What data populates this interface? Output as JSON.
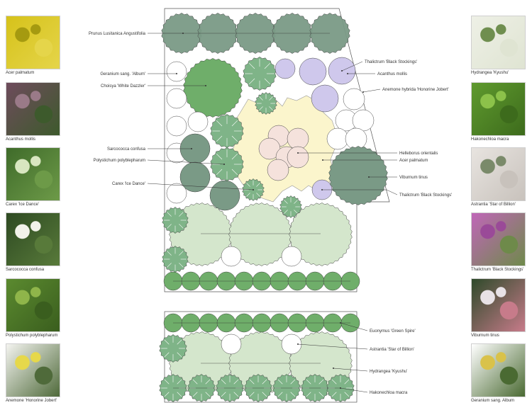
{
  "left_photos": [
    {
      "caption": "Acer palmatum",
      "icon": "acer-palmatum-photo",
      "colors": [
        "#d6c21a",
        "#a59a10",
        "#e5d54a"
      ]
    },
    {
      "caption": "Acanthus mollis",
      "icon": "acanthus-mollis-photo",
      "colors": [
        "#6e4b5c",
        "#9a7a88",
        "#3d5a2c"
      ]
    },
    {
      "caption": "Carex 'Ice Dance'",
      "icon": "carex-ice-dance-photo",
      "colors": [
        "#3f6b2a",
        "#d8e6c0",
        "#6d9a48"
      ]
    },
    {
      "caption": "Sarcococca confusa",
      "icon": "sarcococca-confusa-photo",
      "colors": [
        "#2e4a22",
        "#f2f2ea",
        "#587a3a"
      ]
    },
    {
      "caption": "Polystichum polyblepharum",
      "icon": "polystichum-photo",
      "colors": [
        "#5b8a2f",
        "#8fb54a",
        "#3a5e1e"
      ]
    },
    {
      "caption": "Anemone 'Honorine Jobert'",
      "icon": "anemone-photo",
      "colors": [
        "#f4f4f0",
        "#e6d84a",
        "#4f6a3a"
      ]
    }
  ],
  "right_photos": [
    {
      "caption": "Hydrangea 'Kyushu'",
      "icon": "hydrangea-photo",
      "colors": [
        "#eef0e6",
        "#6f8e4f",
        "#dfe4d2"
      ]
    },
    {
      "caption": "Hakonechloa macra",
      "icon": "hakonechloa-photo",
      "colors": [
        "#5f9a2e",
        "#8cc24a",
        "#3d6b1c"
      ]
    },
    {
      "caption": "Astrantia 'Star of Billion'",
      "icon": "astrantia-photo",
      "colors": [
        "#e8e4e0",
        "#7a8a6a",
        "#c8c2bc"
      ]
    },
    {
      "caption": "Thalictrum 'Black Stockings'",
      "icon": "thalictrum-photo",
      "colors": [
        "#c066b8",
        "#9a4a98",
        "#6e8a4a"
      ]
    },
    {
      "caption": "Viburnum tinus",
      "icon": "viburnum-photo",
      "colors": [
        "#2e4a2a",
        "#e8e2e6",
        "#c77b8a"
      ]
    },
    {
      "caption": "Geranium sang. Album",
      "icon": "geranium-photo",
      "colors": [
        "#ffffff",
        "#d9c24a",
        "#4a6a32"
      ]
    }
  ],
  "labels": {
    "prunus": "Prunus Lusitanica Angustifolia",
    "geranium": "Geranium sang. 'Album'",
    "choisya": "Choisya 'White Dazzler'",
    "sarcococca": "Sarcococca confusa",
    "polystichum": "Polystichum polyblepharum",
    "carex": "Carex 'Ice Dance'",
    "thalictrum_top": "Thalictrum 'Black Stockings'",
    "acanthus": "Acanthus mollis",
    "anemone": "Anemone hybrida 'Honorine Jobert'",
    "helleborus": "Helleborus orientalis",
    "acer": "Acer palmatum",
    "viburnum": "Viburnum tinus",
    "thalictrum_bottom": "Thalictrum 'Black Stockings'",
    "euonymus": "Euonymus 'Green Spire'",
    "astrantia": "Astrantia 'Star of Billion'",
    "hydrangea": "Hydrangea 'Kyushu'",
    "hakonechloa": "Hakonechloa macra"
  },
  "colors": {
    "dark_green": "#7a9a86",
    "mid_green": "#7fb488",
    "bright_green": "#6fae6a",
    "light_green": "#d4e6cc",
    "lavender": "#cfc8ec",
    "pink": "#f5e2dc",
    "cream": "#fbf5cc",
    "outline": "#444444"
  }
}
